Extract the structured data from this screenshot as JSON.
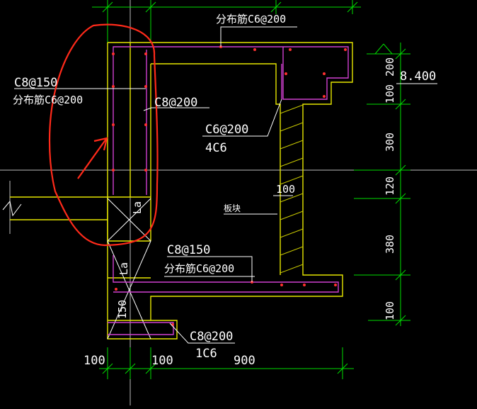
{
  "colors": {
    "background": "#000000",
    "outline": "#e6e600",
    "rebar": "#d040d0",
    "dimension": "#00dd00",
    "axis": "#bbbbbb",
    "leader": "#ffffff",
    "markup": "#ff2a1a",
    "dots": "#ff3030",
    "hatch": "#c8c800"
  },
  "annotations": {
    "top_rebar": "分布筋C6@200",
    "left_main": "C8@150",
    "left_dist": "分布筋C6@200",
    "inner_bar": "C8@200",
    "stirrup": "C6@200",
    "stirrup_count": "4C6",
    "mid_main": "C8@150",
    "mid_dist": "分布筋C6@200",
    "bottom_bar": "C8@200",
    "bottom_count": "1C6",
    "anchor_la_1": "La",
    "anchor_la_2": "La",
    "gap_150": "150",
    "wall_100": "100",
    "center_note": "板块",
    "elevation": "8.400"
  },
  "dimensions": {
    "right_column": [
      "200",
      "100",
      "300",
      "120",
      "380",
      "100"
    ],
    "bottom_row": [
      "100",
      "100",
      "900"
    ]
  }
}
